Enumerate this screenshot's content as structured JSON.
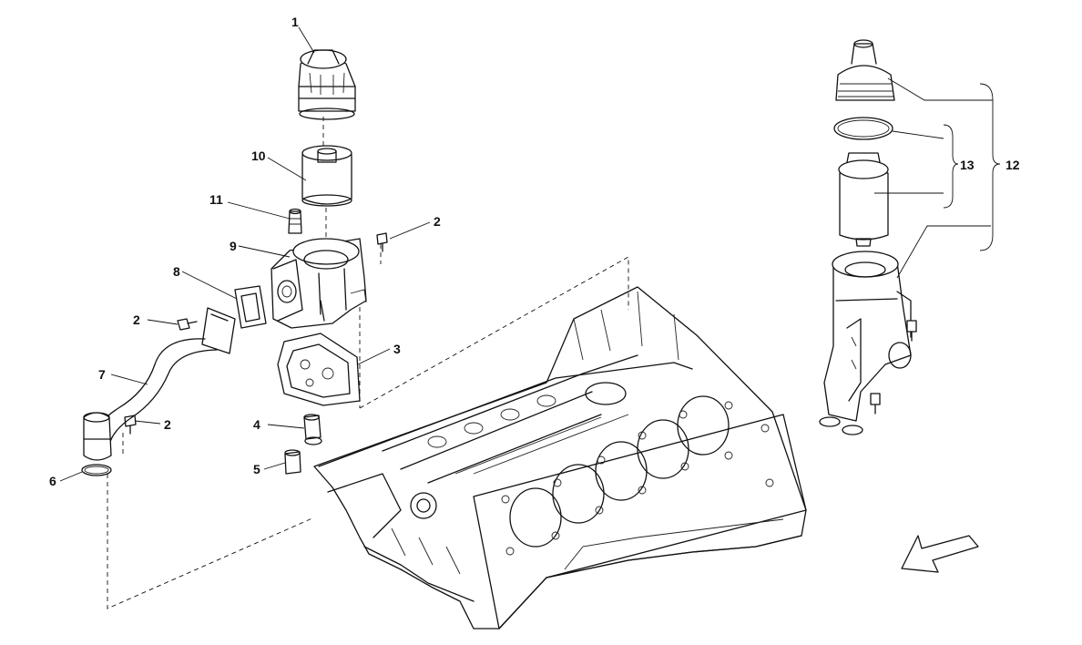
{
  "callouts": {
    "c1": "1",
    "c2a": "2",
    "c2b": "2",
    "c2c": "2",
    "c3": "3",
    "c4": "4",
    "c5": "5",
    "c6": "6",
    "c7": "7",
    "c8": "8",
    "c9": "9",
    "c10": "10",
    "c11": "11",
    "c12": "12",
    "c13": "13"
  },
  "colors": {
    "line": "#111111",
    "background": "#ffffff"
  },
  "icons": {
    "direction": "direction-arrow-icon"
  }
}
